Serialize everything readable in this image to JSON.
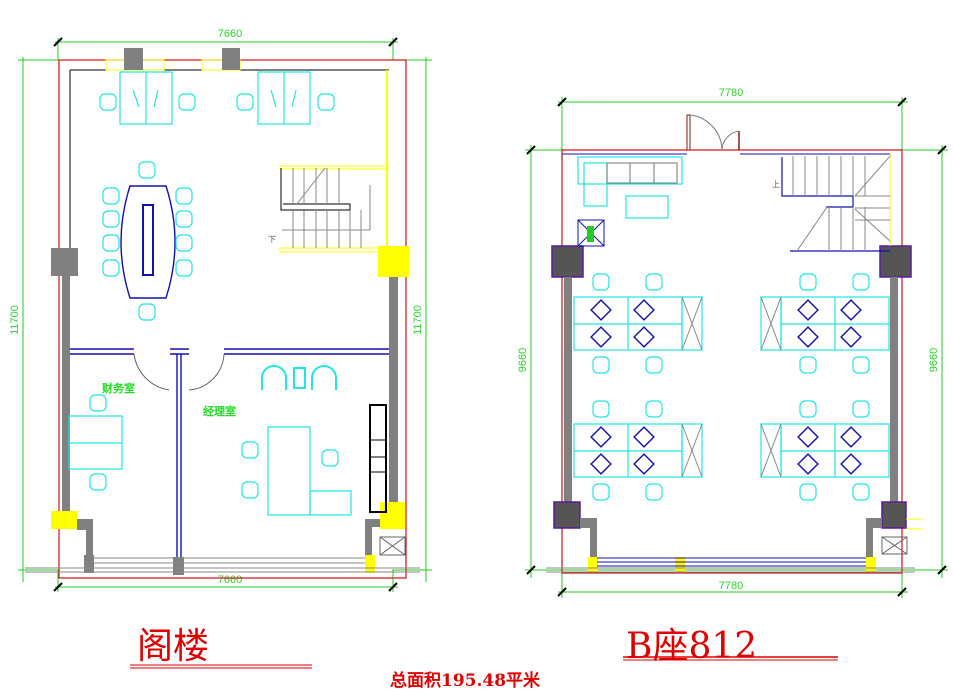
{
  "attic": {
    "title": "阁楼",
    "dim_top": "7660",
    "dim_bottom": "7660",
    "dim_left": "11700",
    "dim_right": "11700",
    "rooms": {
      "finance": "财务室",
      "manager": "经理室"
    },
    "stair_label": "下"
  },
  "b812": {
    "title": "B座812",
    "dim_top": "7780",
    "dim_bottom": "7780",
    "dim_left": "9660",
    "dim_right": "9660",
    "stair_label": "上"
  },
  "total_area": "总面积195.48平米",
  "colors": {
    "dimension": "#2bd42b",
    "wall": "#808080",
    "furniture": "#22e5e5",
    "title": "#e00000",
    "column": "#ffff00"
  }
}
